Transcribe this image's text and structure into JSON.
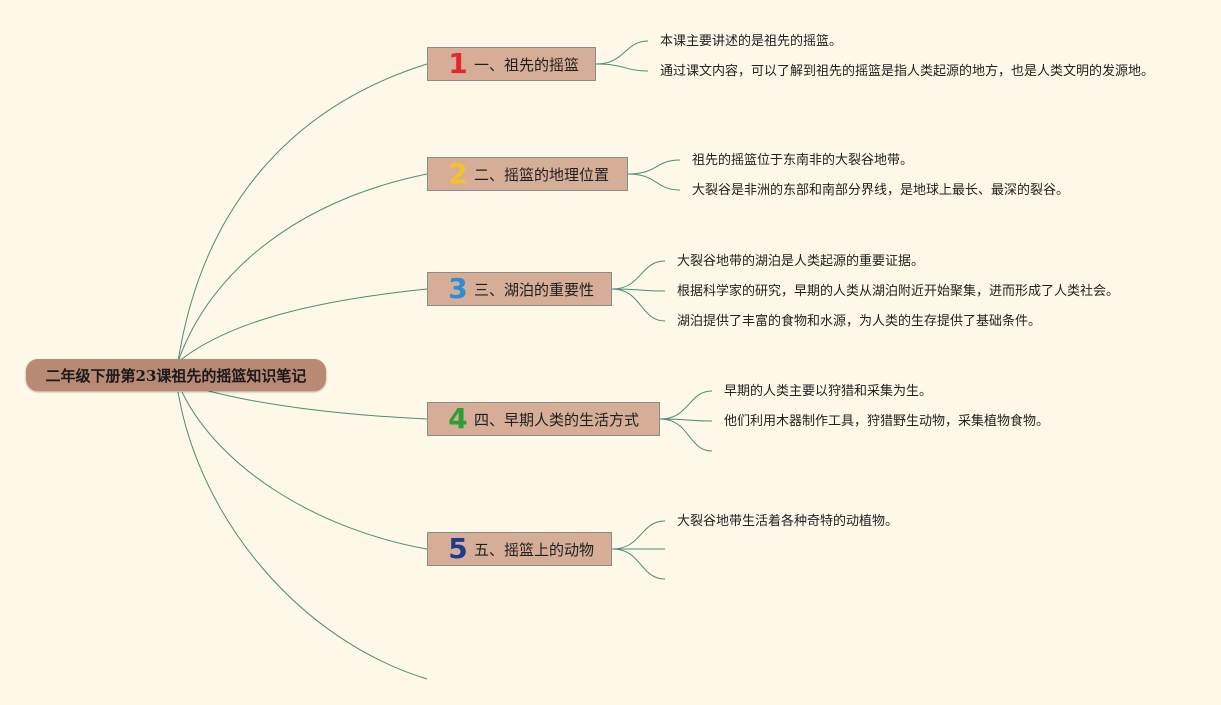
{
  "root": {
    "title": "二年级下册第23课祖先的摇篮知识笔记"
  },
  "branches": [
    {
      "num": "1",
      "num_color": "#e02a2a",
      "label": "一、祖先的摇篮",
      "leaves": [
        "本课主要讲述的是祖先的摇篮。",
        "通过课文内容，可以了解到祖先的摇篮是指人类起源的地方，也是人类文明的发源地。"
      ]
    },
    {
      "num": "2",
      "num_color": "#f2c230",
      "label": "二、摇篮的地理位置",
      "leaves": [
        "祖先的摇篮位于东南非的大裂谷地带。",
        "大裂谷是非洲的东部和南部分界线，是地球上最长、最深的裂谷。"
      ]
    },
    {
      "num": "3",
      "num_color": "#2b8ed6",
      "label": "三、湖泊的重要性",
      "leaves": [
        "大裂谷地带的湖泊是人类起源的重要证据。",
        "根据科学家的研究，早期的人类从湖泊附近开始聚集，进而形成了人类社会。",
        "湖泊提供了丰富的食物和水源，为人类的生存提供了基础条件。"
      ]
    },
    {
      "num": "4",
      "num_color": "#2e9e3a",
      "label": "四、早期人类的生活方式",
      "leaves": [
        "早期的人类主要以狩猎和采集为生。",
        "他们利用木器制作工具，狩猎野生动物，采集植物食物。"
      ]
    },
    {
      "num": "5",
      "num_color": "#1f3c8c",
      "label": "五、摇篮上的动物",
      "leaves": [
        "大裂谷地带生活着各种奇特的动植物。"
      ]
    }
  ],
  "colors": {
    "background": "#fdf8e8",
    "root_fill": "#b88a73",
    "branch_fill": "#d6ae97",
    "connector": "#4e8c7a"
  }
}
